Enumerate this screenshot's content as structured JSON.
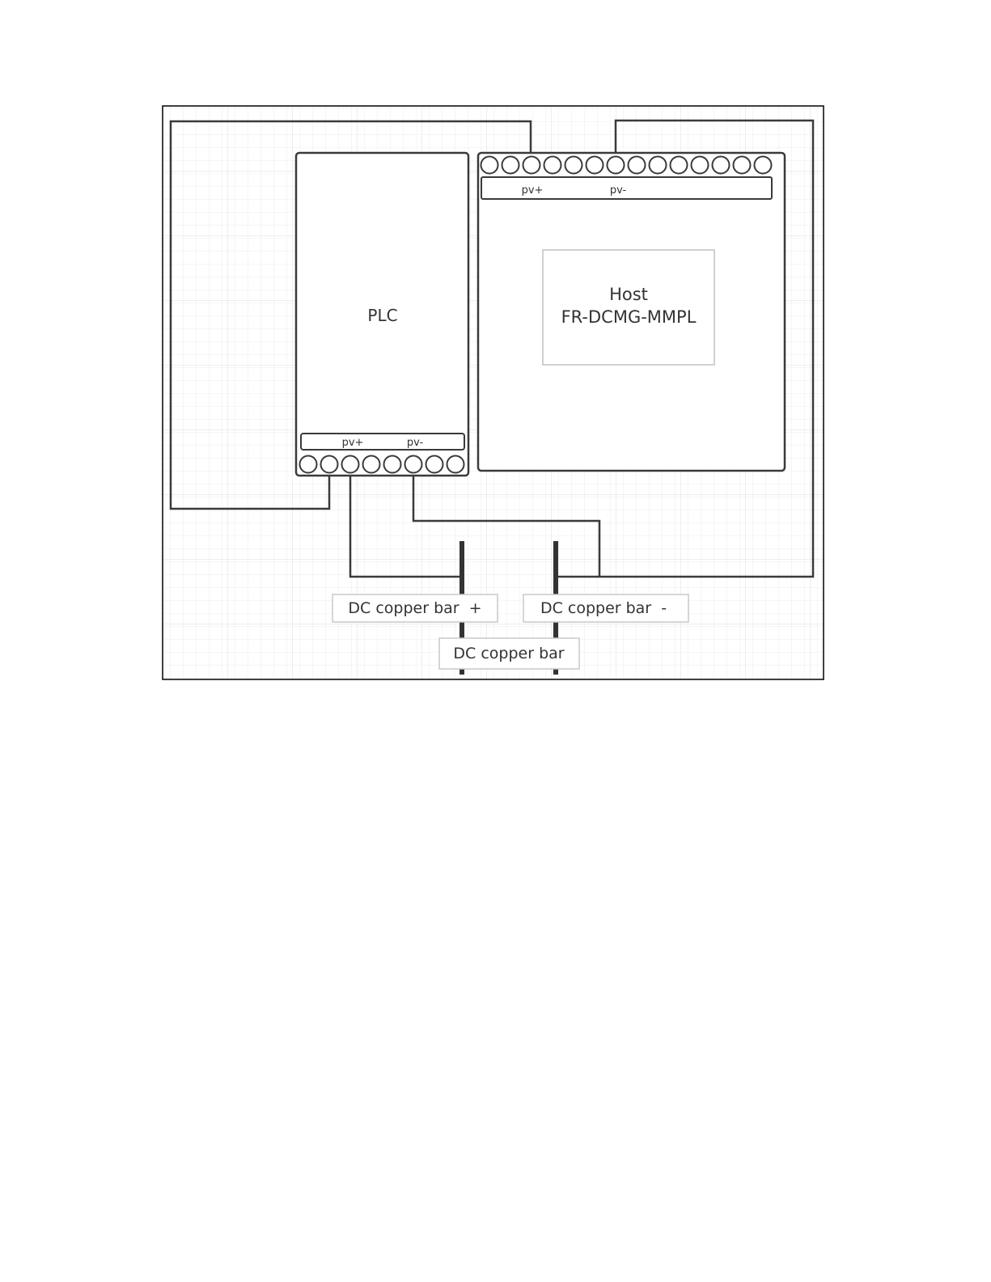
{
  "colors": {
    "line": "#3a3a3a",
    "grid": "#e6e6e6",
    "label_box_border": "#c8c8c8",
    "frame": "#000000"
  },
  "plc": {
    "name": "PLC",
    "terminal_count": 8,
    "pv_plus": "pv+",
    "pv_minus": "pv-"
  },
  "host": {
    "title": "Host",
    "model": "FR-DCMG-MMPL",
    "terminal_count": 14,
    "pv_plus": "pv+",
    "pv_minus": "pv-"
  },
  "labels": {
    "bar_plus": "DC copper bar  +",
    "bar_minus": "DC copper bar  -",
    "bar_common": "DC copper bar"
  }
}
